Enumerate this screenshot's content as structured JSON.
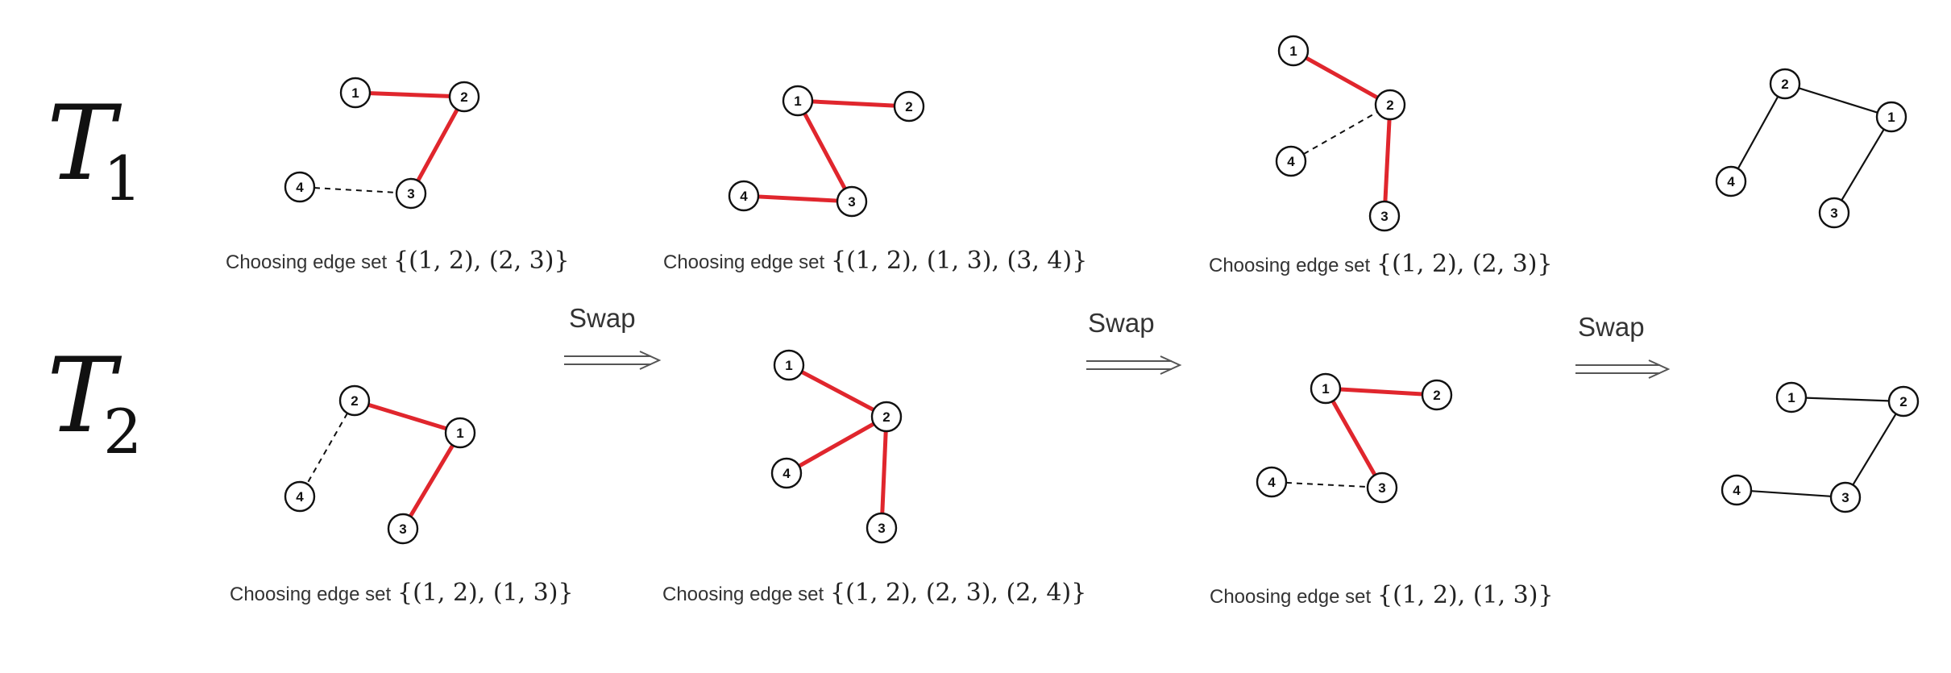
{
  "colors": {
    "highlight": "#e0262d",
    "edge": "#111111",
    "node_stroke": "#111111"
  },
  "rows": [
    {
      "label": "T",
      "subscript": "1"
    },
    {
      "label": "T",
      "subscript": "2"
    }
  ],
  "swap_label": "Swap",
  "caption_prefix": "Choosing edge set",
  "panels": [
    {
      "id": "t1-a",
      "caption_set": "{(1, 2), (2, 3)}",
      "nodes": [
        "1",
        "2",
        "3",
        "4"
      ],
      "edges": [
        {
          "from": "1",
          "to": "2",
          "style": "highlight"
        },
        {
          "from": "2",
          "to": "3",
          "style": "highlight"
        },
        {
          "from": "4",
          "to": "3",
          "style": "dashed"
        }
      ]
    },
    {
      "id": "t1-b",
      "caption_set": "{(1, 2), (1, 3), (3, 4)}",
      "nodes": [
        "1",
        "2",
        "3",
        "4"
      ],
      "edges": [
        {
          "from": "1",
          "to": "2",
          "style": "highlight"
        },
        {
          "from": "1",
          "to": "3",
          "style": "highlight"
        },
        {
          "from": "4",
          "to": "3",
          "style": "highlight"
        }
      ]
    },
    {
      "id": "t1-c",
      "caption_set": "{(1, 2), (2, 3)}",
      "nodes": [
        "1",
        "2",
        "3",
        "4"
      ],
      "edges": [
        {
          "from": "1",
          "to": "2",
          "style": "highlight"
        },
        {
          "from": "2",
          "to": "3",
          "style": "highlight"
        },
        {
          "from": "4",
          "to": "2",
          "style": "dashed"
        }
      ]
    },
    {
      "id": "t1-d",
      "caption_set": "",
      "nodes": [
        "1",
        "2",
        "3",
        "4"
      ],
      "edges": [
        {
          "from": "2",
          "to": "1",
          "style": "solid"
        },
        {
          "from": "2",
          "to": "4",
          "style": "solid"
        },
        {
          "from": "1",
          "to": "3",
          "style": "solid"
        }
      ]
    },
    {
      "id": "t2-a",
      "caption_set": "{(1, 2), (1, 3)}",
      "nodes": [
        "1",
        "2",
        "3",
        "4"
      ],
      "edges": [
        {
          "from": "2",
          "to": "1",
          "style": "highlight"
        },
        {
          "from": "1",
          "to": "3",
          "style": "highlight"
        },
        {
          "from": "2",
          "to": "4",
          "style": "dashed"
        }
      ]
    },
    {
      "id": "t2-b",
      "caption_set": "{(1, 2), (2, 3), (2, 4)}",
      "nodes": [
        "1",
        "2",
        "3",
        "4"
      ],
      "edges": [
        {
          "from": "1",
          "to": "2",
          "style": "highlight"
        },
        {
          "from": "4",
          "to": "2",
          "style": "highlight"
        },
        {
          "from": "2",
          "to": "3",
          "style": "highlight"
        }
      ]
    },
    {
      "id": "t2-c",
      "caption_set": "{(1, 2), (1, 3)}",
      "nodes": [
        "1",
        "2",
        "3",
        "4"
      ],
      "edges": [
        {
          "from": "1",
          "to": "2",
          "style": "highlight"
        },
        {
          "from": "1",
          "to": "3",
          "style": "highlight"
        },
        {
          "from": "4",
          "to": "3",
          "style": "dashed"
        }
      ]
    },
    {
      "id": "t2-d",
      "caption_set": "",
      "nodes": [
        "1",
        "2",
        "3",
        "4"
      ],
      "edges": [
        {
          "from": "1",
          "to": "2",
          "style": "solid"
        },
        {
          "from": "2",
          "to": "3",
          "style": "solid"
        },
        {
          "from": "4",
          "to": "3",
          "style": "solid"
        }
      ]
    }
  ]
}
